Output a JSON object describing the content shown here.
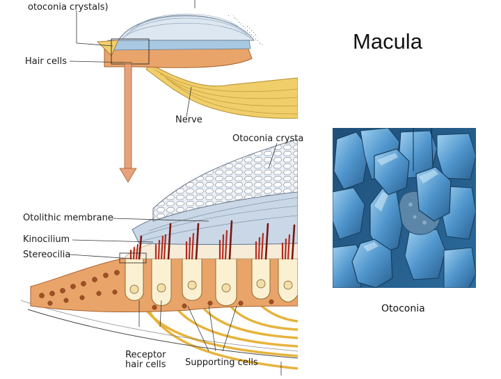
{
  "slide": {
    "title": "Macula",
    "photo_caption": "Otoconia"
  },
  "diagram": {
    "labels": {
      "top_partial": "otoconia crystals)",
      "hair_cells": "Hair cells",
      "nerve": "Nerve",
      "otoconia_crystals": "Otoconia crysta",
      "otolithic_membrane": "Otolithic membrane",
      "kinocilium": "Kinocilium",
      "stereocilia": "Stereocilia",
      "receptor_line1": "Receptor",
      "receptor_line2": "hair cells",
      "supporting_cells": "Supporting cells"
    }
  },
  "colors": {
    "nerve_yellow": "#f0cf6a",
    "gel_blue": "#9fc4de",
    "cell_orange": "#e9a46a",
    "cilia_red": "#b52a1e",
    "photo_blue": "#4b8fc6"
  }
}
